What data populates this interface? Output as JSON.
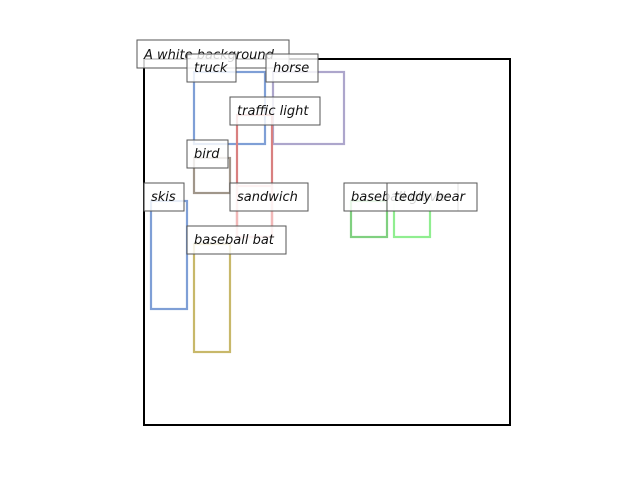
{
  "caption": "A white background",
  "boxes": [
    {
      "label": "truck",
      "color": "#7f9fd6"
    },
    {
      "label": "horse",
      "color": "#ada6cc"
    },
    {
      "label": "traffic light",
      "color": "#d98080"
    },
    {
      "label": "bird",
      "color": "#a0968a"
    },
    {
      "label": "sandwich",
      "color": "#f2b8b8"
    },
    {
      "label": "skis",
      "color": "#7f9fd6"
    },
    {
      "label": "baseball bat",
      "color": "#c8b86a"
    },
    {
      "label": "baseball glove",
      "color": "#80d080"
    },
    {
      "label": "teddy bear",
      "color": "#90ee90"
    }
  ]
}
